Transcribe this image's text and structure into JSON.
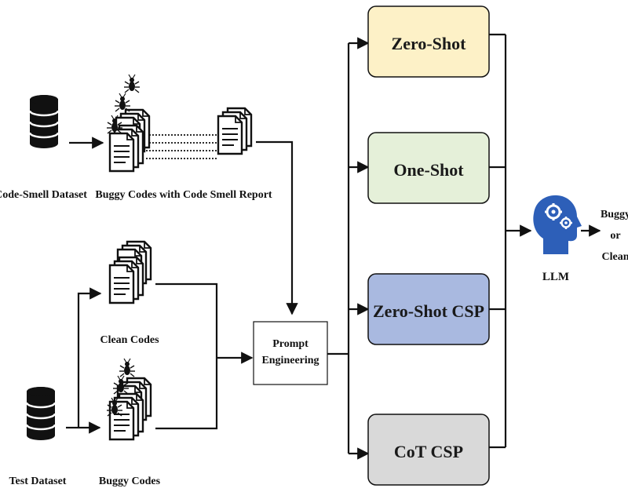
{
  "nodes": {
    "code_smell_dataset": "Code-Smell Dataset",
    "buggy_codes_with_report": "Buggy Codes with Code Smell Report",
    "clean_codes": "Clean Codes",
    "buggy_codes": "Buggy Codes",
    "test_dataset": "Test Dataset",
    "prompt_engineering_line1": "Prompt",
    "prompt_engineering_line2": "Engineering",
    "llm": "LLM"
  },
  "prompt_strategies": [
    {
      "label": "Zero-Shot",
      "color": "#fdf1c7"
    },
    {
      "label": "One-Shot",
      "color": "#e5f0d9"
    },
    {
      "label": "Zero-Shot CSP",
      "color": "#a9b9e0"
    },
    {
      "label": "CoT CSP",
      "color": "#d9d9d9"
    }
  ],
  "output": {
    "buggy": "Buggy",
    "or": "or",
    "clean": "Clean",
    "buggy_color": "#e02b2b"
  },
  "icons": {
    "database": "database-icon",
    "document": "document-stack-icon",
    "bug": "bug-icon",
    "llm": "head-gears-icon"
  }
}
